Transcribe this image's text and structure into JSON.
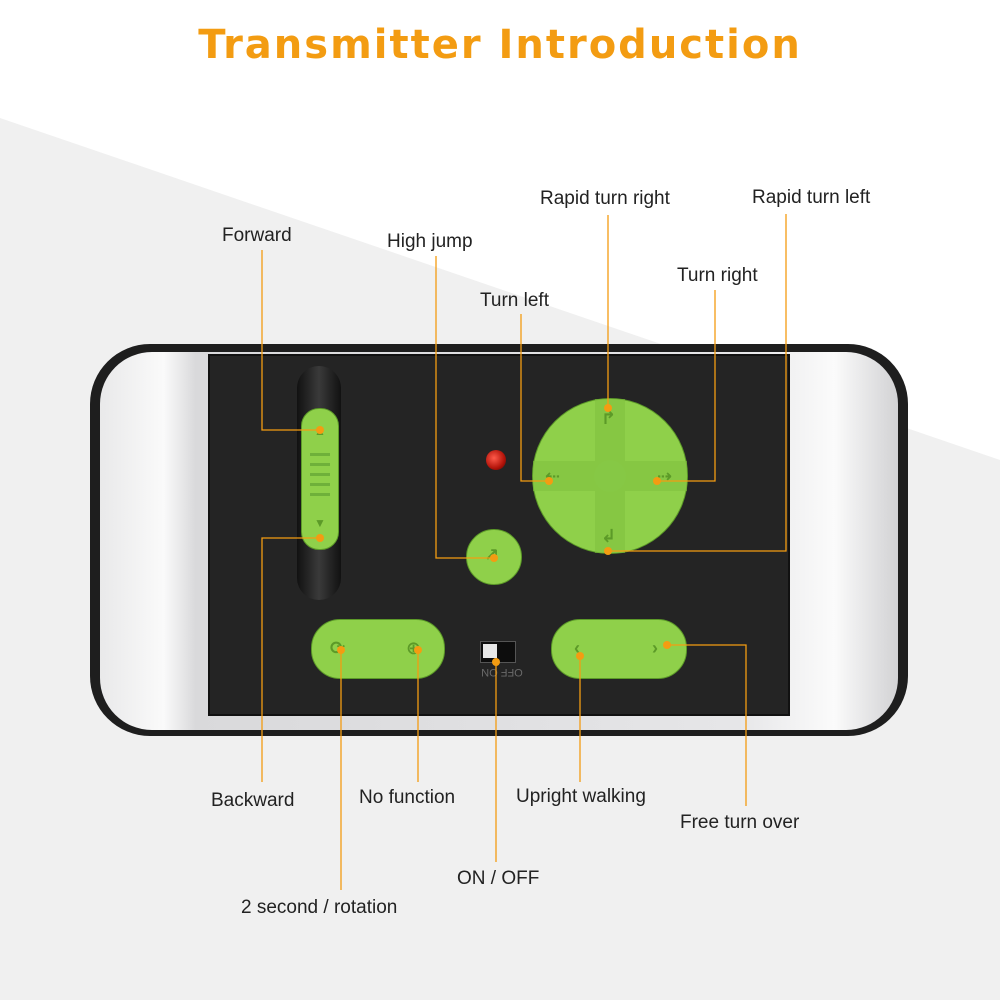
{
  "title": "Transmitter Introduction",
  "labels": {
    "forward": "Forward",
    "high_jump": "High jump",
    "rapid_turn_right": "Rapid turn right",
    "rapid_turn_left": "Rapid turn left",
    "turn_right": "Turn right",
    "turn_left": "Turn left",
    "backward": "Backward",
    "no_function": "No function",
    "upright_walking": "Upright walking",
    "free_turn_over": "Free turn over",
    "on_off": "ON / OFF",
    "two_second_rotation": "2 second / rotation"
  },
  "switch_text": "OFF  ON",
  "colors": {
    "accent": "#f39c12",
    "button_green": "#8fd04a",
    "body_black": "#1e1e1e",
    "led_red": "#d21a0e"
  },
  "icons": [
    "slider-up-arrow-icon",
    "slider-down-arrow-icon",
    "dpad-up-icon",
    "dpad-left-icon",
    "dpad-right-icon",
    "dpad-down-icon",
    "jump-icon",
    "rotation-icon",
    "no-function-icon",
    "walk-left-icon",
    "walk-right-icon"
  ]
}
